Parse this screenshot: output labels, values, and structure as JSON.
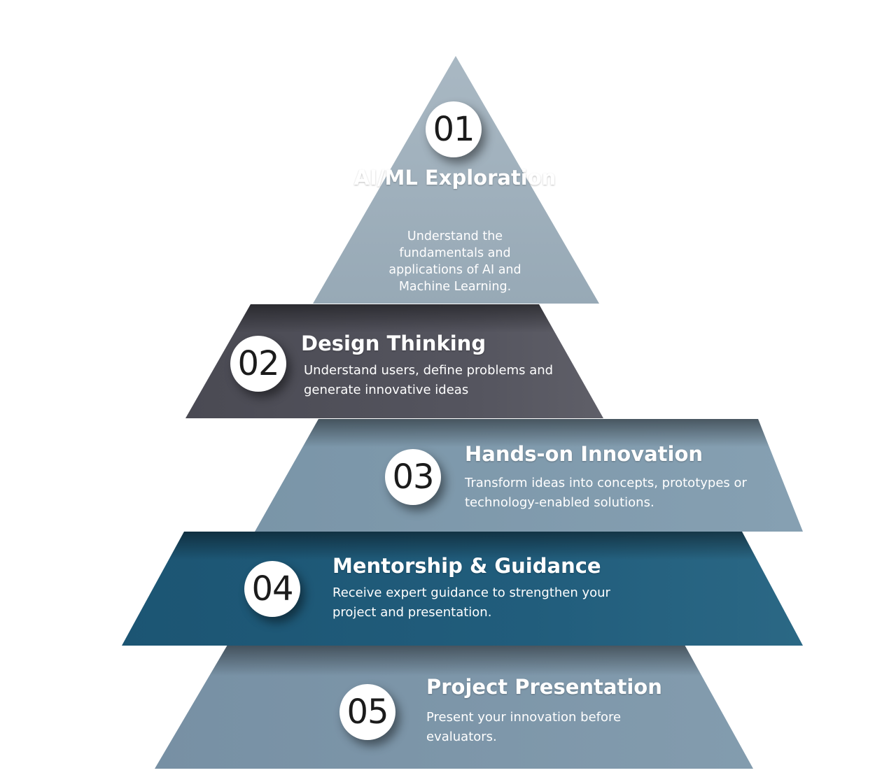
{
  "colors": {
    "level1": "#a1b1bd",
    "level2": "#4b4b55",
    "level3": "#7d98ab",
    "level4": "#1f5a78",
    "level5": "#7d98ab",
    "badge": "#ffffff",
    "text": "#ffffff"
  },
  "levels": [
    {
      "number": "01",
      "title": "AI/ML Exploration",
      "description": "Understand the fundamentals and applications of AI and Machine Learning."
    },
    {
      "number": "02",
      "title": "Design Thinking",
      "description": "Understand users, define problems and generate innovative ideas"
    },
    {
      "number": "03",
      "title": "Hands-on Innovation",
      "description": "Transform ideas into concepts, prototypes or technology-enabled solutions."
    },
    {
      "number": "04",
      "title": "Mentorship & Guidance",
      "description": "Receive expert guidance to strengthen your project and presentation."
    },
    {
      "number": "05",
      "title": "Project Presentation",
      "description": "Present your innovation before evaluators."
    }
  ]
}
